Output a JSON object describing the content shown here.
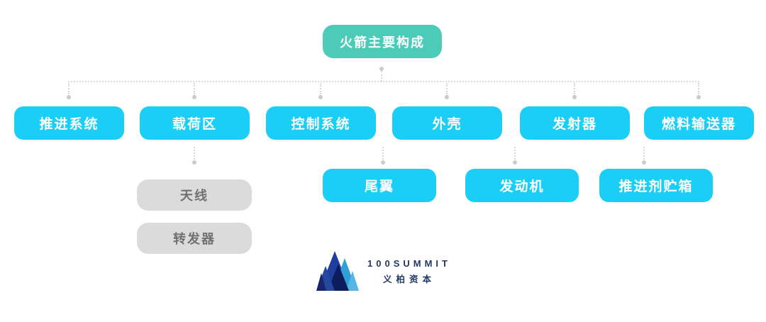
{
  "diagram": {
    "root": {
      "label": "火箭主要构成"
    },
    "level1": [
      {
        "label": "推进系统"
      },
      {
        "label": "载荷区"
      },
      {
        "label": "控制系统"
      },
      {
        "label": "外壳"
      },
      {
        "label": "发射器"
      },
      {
        "label": "燃料输送器"
      }
    ],
    "level2_cyan": [
      {
        "label": "尾翼"
      },
      {
        "label": "发动机"
      },
      {
        "label": "推进剂贮箱"
      }
    ],
    "level2_gray": [
      {
        "label": "天线"
      },
      {
        "label": "转发器"
      }
    ]
  },
  "logo": {
    "name": "100SUMMIT",
    "subtitle": "义柏资本"
  },
  "colors": {
    "root_node": "#4CCBB8",
    "branch_node": "#1BCEF5",
    "sub_node": "#DBDBDB",
    "sub_node_text": "#717171",
    "connector": "#D8D8D8",
    "logo_navy": "#1F3864",
    "logo_royal": "#1E3F9D",
    "logo_light_blue": "#2F9ED9",
    "logo_dark_navy": "#0D1C5C"
  }
}
